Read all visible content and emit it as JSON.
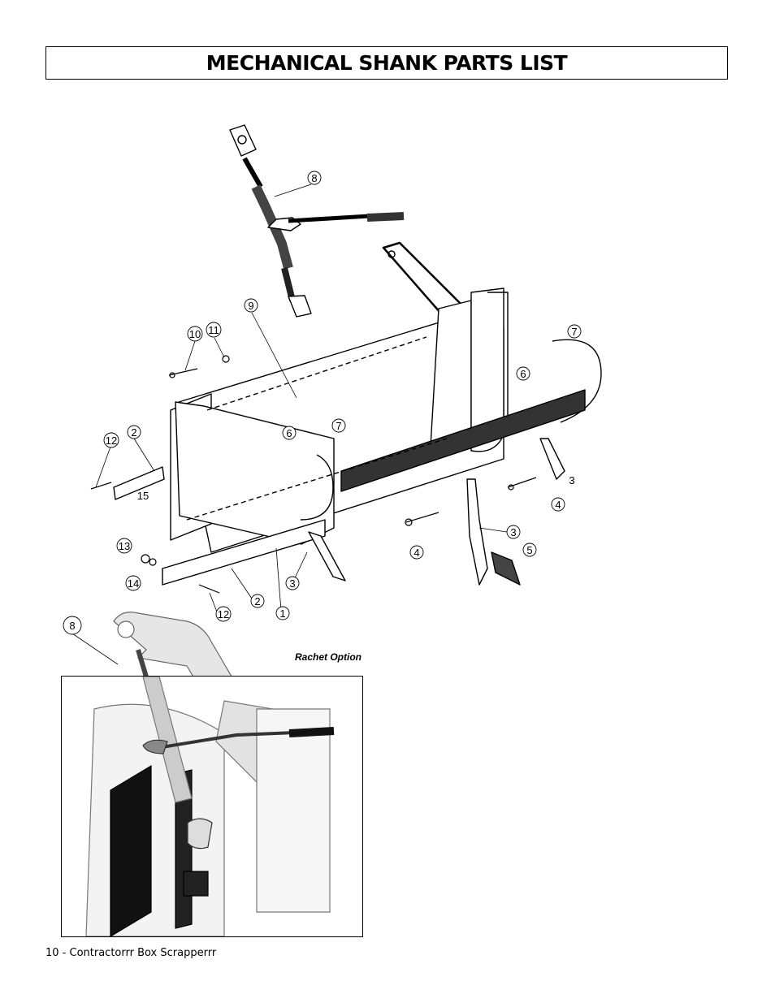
{
  "page": {
    "title": "MECHANICAL SHANK PARTS LIST",
    "footer": "10 - Contractorrr Box Scrapperrr"
  },
  "diagram": {
    "callouts": {
      "c8_top": "8",
      "c9": "9",
      "c10": "10",
      "c11": "11",
      "c7_right": "7",
      "c6_right": "6",
      "c6_mid": "6",
      "c7_mid": "7",
      "c12_left": "12",
      "c2_left": "2",
      "c15": "15",
      "c13": "13",
      "c14": "14",
      "c12_bottom": "12",
      "c2_bottom": "2",
      "c1": "1",
      "c3_left": "3",
      "c4_center": "4",
      "c3_center": "3",
      "c5": "5",
      "c4_right": "4",
      "c3_right": "3",
      "c8_inset": "8"
    },
    "inset_caption": "Rachet Option"
  }
}
